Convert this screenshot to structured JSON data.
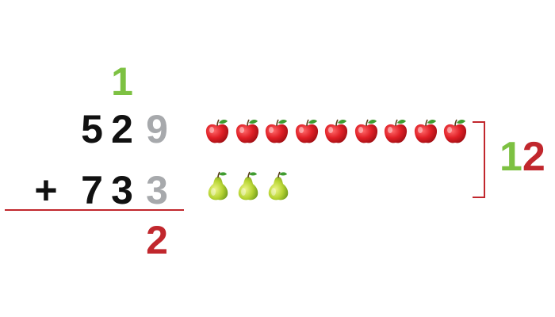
{
  "addition": {
    "carry": "1",
    "top_row": [
      "5",
      "2",
      "9"
    ],
    "operator": "+",
    "bottom_row": [
      "7",
      "3",
      "3"
    ],
    "result_digit": "2"
  },
  "illustration": {
    "apples_count": 9,
    "pears_count": 3,
    "sum_tens": "1",
    "sum_ones": "2"
  },
  "colors": {
    "carry_green": "#7dc142",
    "result_red": "#c1272d",
    "active_column_grey": "#a7a9ac",
    "text_black": "#111111"
  },
  "icons": [
    "apple-icon",
    "pear-icon"
  ]
}
